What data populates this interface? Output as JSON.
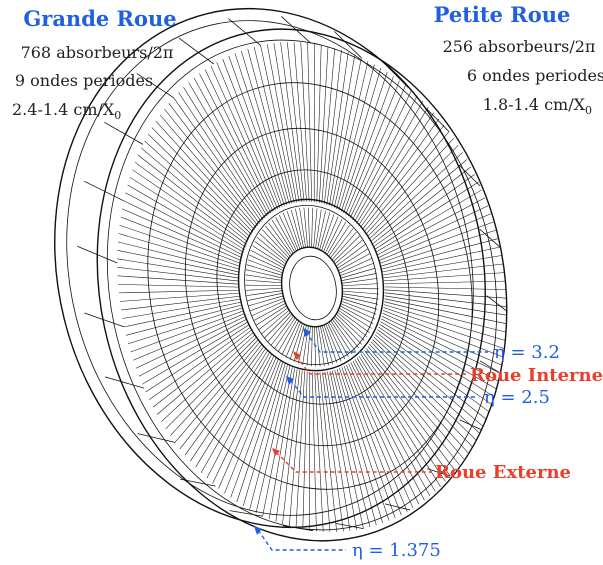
{
  "big_wheel": {
    "title": "Grande Roue",
    "spec_absorbers": "768 absorbeurs/2π",
    "spec_waves": "9 ondes periodes",
    "spec_thickness": "2.4-1.4 cm/X",
    "spec_thickness_sub": "0"
  },
  "small_wheel": {
    "title": "Petite Roue",
    "spec_absorbers": "256 absorbeurs/2π",
    "spec_waves": "6 ondes periodes",
    "spec_thickness": "1.8-1.4 cm/X",
    "spec_thickness_sub": "0"
  },
  "labels": {
    "eta_32": "η = 3.2",
    "roue_interne": "Roue Interne",
    "eta_25": "η = 2.5",
    "roue_externe": "Roue Externe",
    "eta_1375": "η = 1.375"
  },
  "colors": {
    "blue": "#1f5fe0",
    "red": "#e8402a",
    "ink": "#111111"
  }
}
